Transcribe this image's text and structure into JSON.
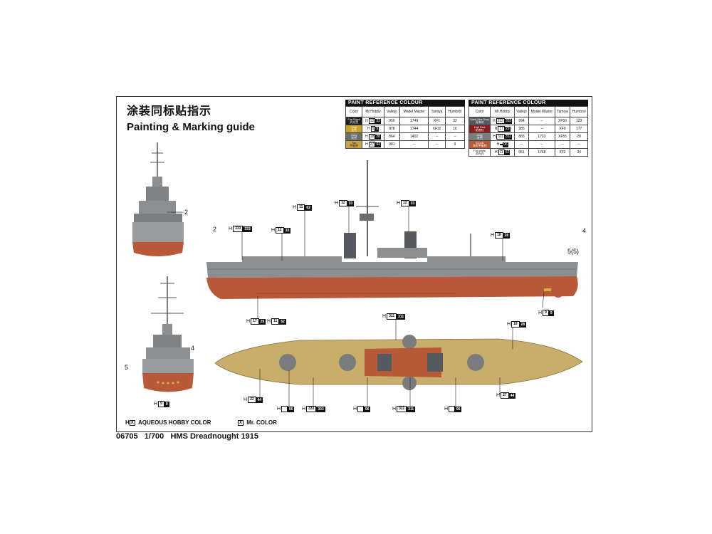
{
  "heading": {
    "chinese": "涂装同标贴指示",
    "english": "Painting & Marking guide"
  },
  "tables": [
    {
      "title": "PAINT REFERENCE COLOUR",
      "columns": [
        "Color",
        "Mr.Hobby",
        "Vallejo",
        "Model Master",
        "Tamiya",
        "Humbrol"
      ],
      "rows": [
        {
          "swatch_en": "Flat Black",
          "swatch_cn": "消光黑",
          "swatch_color": "#1b1b1b",
          "text_color": "#ffffff",
          "mrh_a": "12",
          "mrh_b": "33",
          "vallejo": "950",
          "model_master": "1749",
          "tamiya": "XF1",
          "humbrol": "33"
        },
        {
          "swatch_en": "Gold",
          "swatch_cn": "金色",
          "swatch_color": "#c9a22a",
          "text_color": "#ffffff",
          "mrh_a": "9",
          "mrh_b": "9",
          "vallejo": "878",
          "model_master": "1744",
          "tamiya": "XF12",
          "humbrol": "16"
        },
        {
          "swatch_en": "Grey",
          "swatch_cn": "灰色",
          "swatch_color": "#6d6f6e",
          "text_color": "#ffffff",
          "mrh_a": "18",
          "mrh_b": "28",
          "vallejo": "864",
          "model_master": "1402",
          "tamiya": "--",
          "humbrol": "--"
        },
        {
          "swatch_en": "Tan",
          "swatch_cn": "甲板棕",
          "swatch_color": "#c9a24a",
          "text_color": "#222222",
          "mrh_a": "27",
          "mrh_b": "44",
          "vallejo": "981",
          "model_master": "--",
          "tamiya": "--",
          "humbrol": "9"
        }
      ]
    },
    {
      "title": "PAINT REFERENCE COLOUR",
      "columns": [
        "Color",
        "Mr.Hobby",
        "Vallejo",
        "Model Master",
        "Tamiya",
        "Humbrol"
      ],
      "rows": [
        {
          "swatch_en": "Dark Sea Grey",
          "swatch_cn": "深海灰",
          "swatch_color": "#555a60",
          "text_color": "#ffffff",
          "mrh_a": "333",
          "mrh_b": "333",
          "vallejo": "994",
          "model_master": "--",
          "tamiya": "XF50",
          "humbrol": "123"
        },
        {
          "swatch_en": "Hull Red",
          "swatch_cn": "船底红",
          "swatch_color": "#8a1e1e",
          "text_color": "#ffffff",
          "mrh_a": "17",
          "mrh_b": "29",
          "vallejo": "985",
          "model_master": "--",
          "tamiya": "XF9",
          "humbrol": "177"
        },
        {
          "swatch_en": "Grey",
          "swatch_cn": "灰色",
          "swatch_color": "#7b7d7d",
          "text_color": "#ffffff",
          "mrh_a": "311",
          "mrh_b": "311",
          "vallejo": "883",
          "model_master": "1733",
          "tamiya": "XF55",
          "humbrol": "28"
        },
        {
          "swatch_en": "SCUB",
          "swatch_cn": "海军甲板棕",
          "swatch_color": "#b65a38",
          "text_color": "#ffffff",
          "mrh_a": "",
          "mrh_b": "06",
          "vallejo": "--",
          "model_master": "--",
          "tamiya": "--",
          "humbrol": "--"
        },
        {
          "swatch_en": "Flat white",
          "swatch_cn": "消光白",
          "swatch_color": "#ffffff",
          "text_color": "#111111",
          "mrh_a": "11",
          "mrh_b": "62",
          "vallejo": "951",
          "model_master": "1768",
          "tamiya": "XF2",
          "humbrol": "34"
        }
      ]
    }
  ],
  "callouts": {
    "side_h11_62": {
      "a": "11",
      "b": "62"
    },
    "side_mast_12_33": {
      "a": "12",
      "b": "33"
    },
    "side_fun_12_33": {
      "a": "12",
      "b": "33"
    },
    "side_333": {
      "a": "333",
      "b": "333"
    },
    "side_fwd_12_33": {
      "a": "12",
      "b": "33"
    },
    "side_18_28": {
      "a": "18",
      "b": "28"
    },
    "side_9_9": {
      "a": "9",
      "b": "9"
    },
    "side_17_29": {
      "a": "17",
      "b": "29"
    },
    "side_11_62_low": {
      "a": "11",
      "b": "62"
    },
    "top_311": {
      "a": "311",
      "b": "311"
    },
    "top_18_28": {
      "a": "18",
      "b": "28"
    },
    "top_22_44": {
      "a": "22",
      "b": "44"
    },
    "top_06_a": {
      "a": "",
      "b": "06"
    },
    "top_333": {
      "a": "333",
      "b": "333"
    },
    "top_06_b": {
      "a": "",
      "b": "06"
    },
    "top_311_b": {
      "a": "311",
      "b": "311"
    },
    "top_06_c": {
      "a": "",
      "b": "06"
    },
    "top_27_44": {
      "a": "27",
      "b": "44"
    },
    "front_9_9": {
      "a": "9",
      "b": "9"
    }
  },
  "markers": {
    "m2_front": "2",
    "m2_side": "2",
    "m4_side": "4",
    "m55_side": "5(5)",
    "m4_rear": "4",
    "m5_rear": "5"
  },
  "legend": {
    "aqueous_mark": "X",
    "aqueous_label": "AQUEOUS HOBBY COLOR",
    "mr_mark": "X",
    "mr_label": "Mr. COLOR"
  },
  "footer": {
    "code": "06705",
    "scale": "1/700",
    "name": "HMS Dreadnought 1915"
  },
  "colors": {
    "hull_red": "#b85a3a",
    "grey": "#8c8f91",
    "deck": "#c9ad6a",
    "black": "#111111"
  }
}
